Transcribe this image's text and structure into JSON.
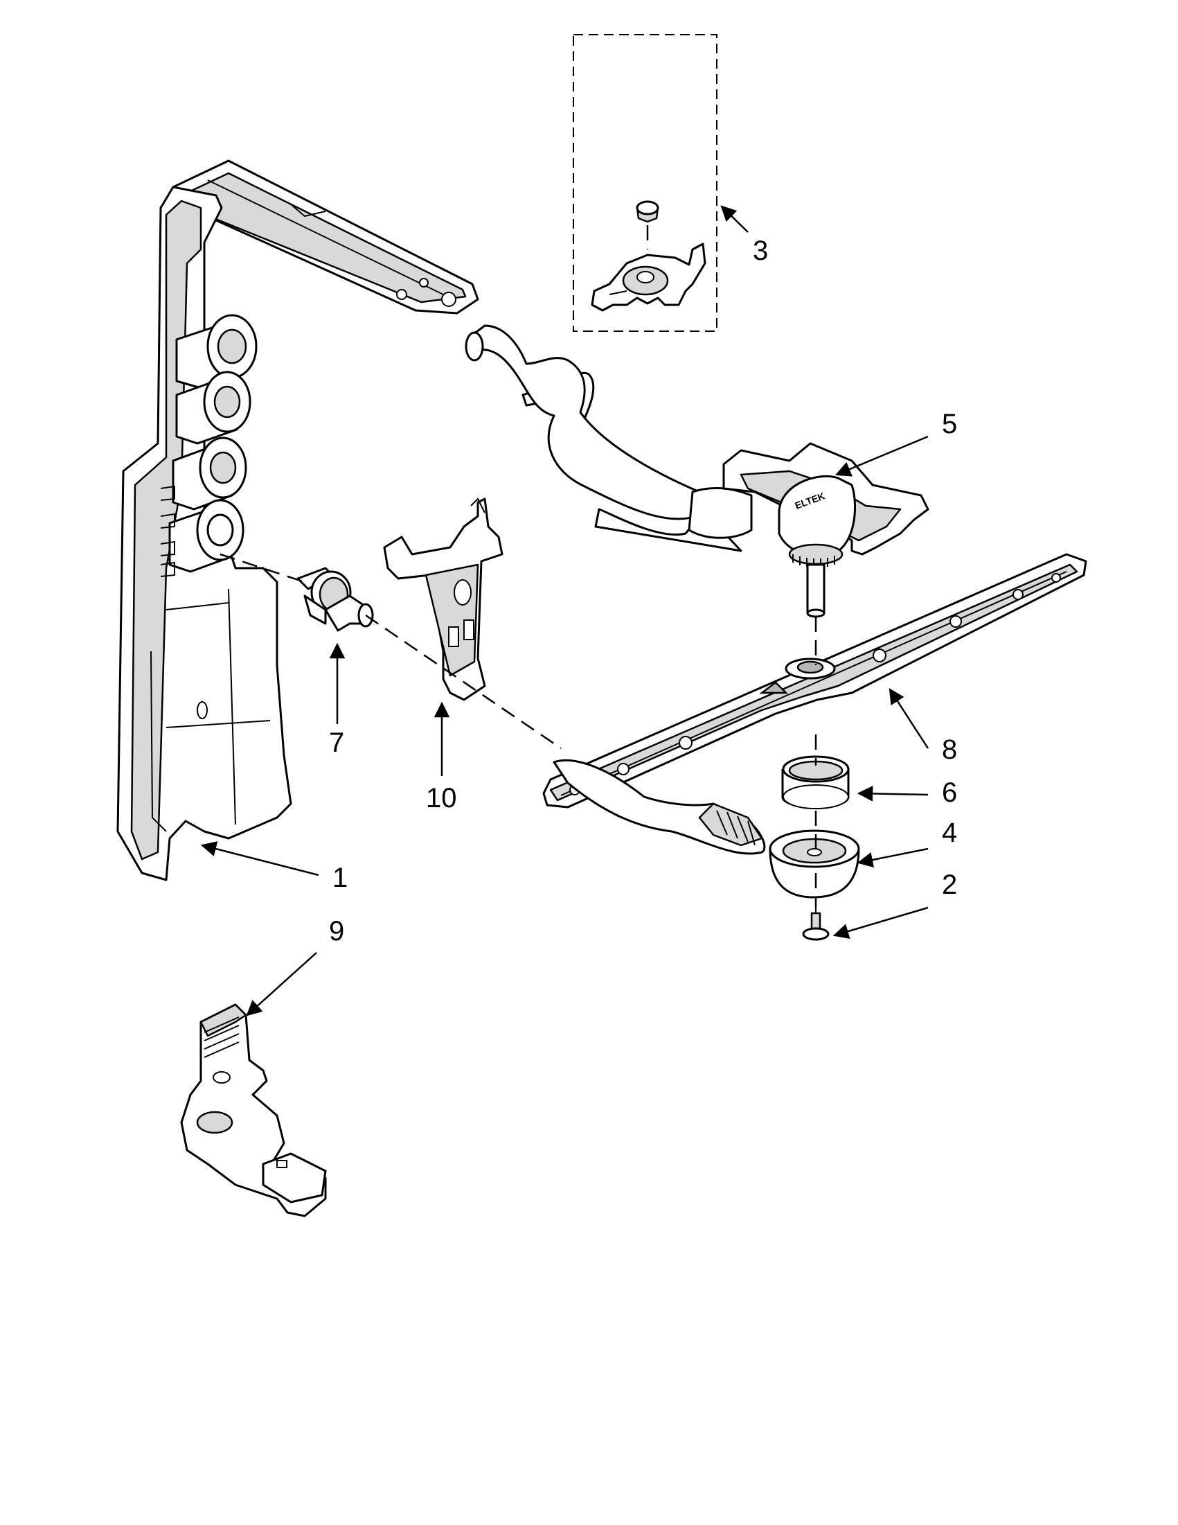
{
  "diagram": {
    "callouts": [
      {
        "id": "1",
        "label": "1"
      },
      {
        "id": "2",
        "label": "2"
      },
      {
        "id": "3",
        "label": "3"
      },
      {
        "id": "4",
        "label": "4"
      },
      {
        "id": "5",
        "label": "5"
      },
      {
        "id": "6",
        "label": "6"
      },
      {
        "id": "7",
        "label": "7"
      },
      {
        "id": "8",
        "label": "8"
      },
      {
        "id": "9",
        "label": "9"
      },
      {
        "id": "10",
        "label": "10"
      }
    ],
    "hub_brand_text": "ELTEK"
  }
}
